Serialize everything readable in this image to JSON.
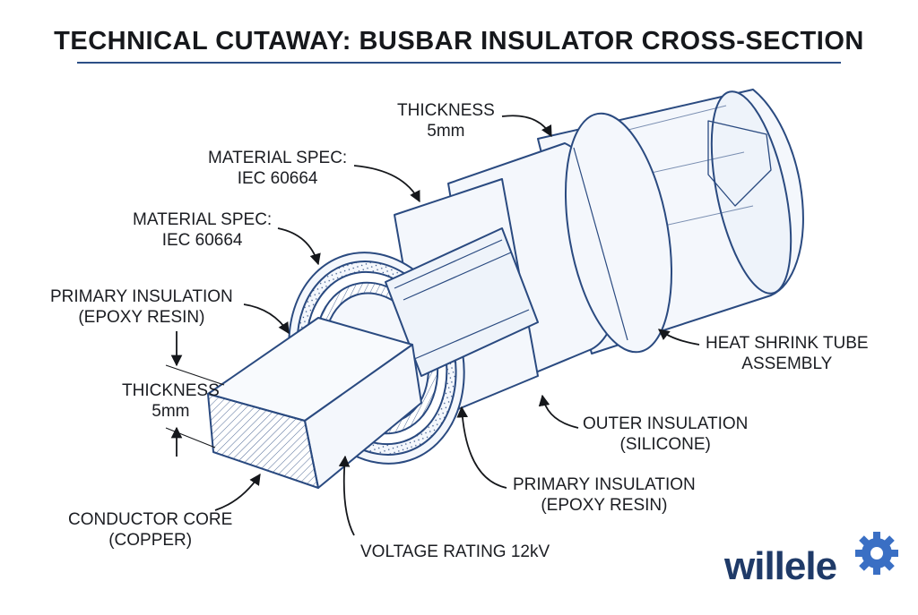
{
  "title": "TECHNICAL CUTAWAY: BUSBAR INSULATOR CROSS-SECTION",
  "labels": {
    "thickness_top": [
      "THICKNESS",
      "5mm"
    ],
    "material_spec_1": [
      "MATERIAL SPEC:",
      "IEC 60664"
    ],
    "material_spec_2": [
      "MATERIAL SPEC:",
      "IEC 60664"
    ],
    "primary_insulation_left": [
      "PRIMARY INSULATION",
      "(EPOXY RESIN)"
    ],
    "thickness_left": [
      "THICKNESS",
      "5mm"
    ],
    "conductor_core": [
      "CONDUCTOR CORE",
      "(COPPER)"
    ],
    "voltage_rating": [
      "VOLTAGE RATING 12kV"
    ],
    "primary_insulation_bottom": [
      "PRIMARY INSULATION",
      "(EPOXY RESIN)"
    ],
    "outer_insulation": [
      "OUTER INSULATION",
      "(SILICONE)"
    ],
    "heat_shrink": [
      "HEAT SHRINK TUBE",
      "ASSEMBLY"
    ]
  },
  "logo": {
    "text": "willele",
    "icon": "gear-icon"
  },
  "colors": {
    "line": "#2a4a80",
    "fill": "#f4f7fc",
    "title_rule": "#2c4f86",
    "logo": "#1f3a68",
    "gear": "#3a6fc4"
  }
}
